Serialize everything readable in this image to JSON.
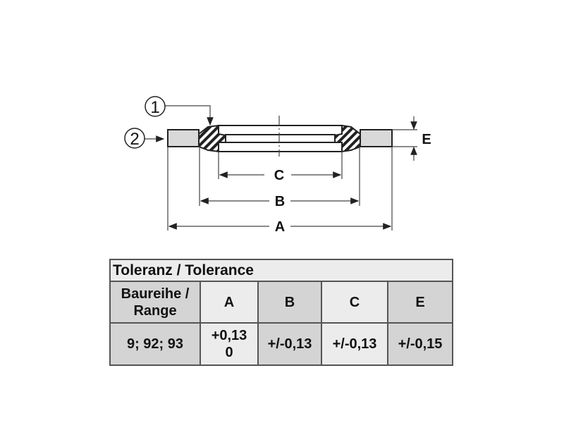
{
  "drawing": {
    "callouts": [
      "1",
      "2"
    ],
    "dimensions": {
      "A": "A",
      "B": "B",
      "C": "C",
      "E": "E"
    }
  },
  "table": {
    "title": "Toleranz / Tolerance",
    "headers": [
      "Baureihe / Range",
      "A",
      "B",
      "C",
      "E"
    ],
    "rows": [
      [
        "9; 92; 93",
        "+0,13 0",
        "+/-0,13",
        "+/-0,13",
        "+/-0,15"
      ]
    ],
    "a_upper": "+0,13",
    "a_lower": "0"
  }
}
